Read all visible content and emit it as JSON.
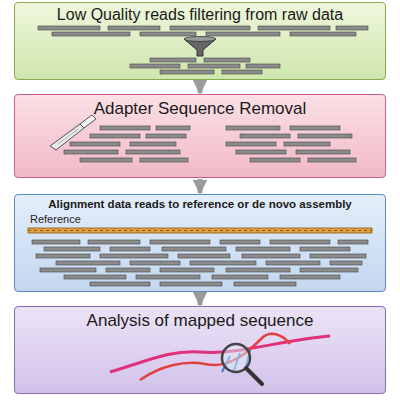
{
  "diagram": {
    "nodes": [
      {
        "text": [
          "Low Quality reads filtering from raw data"
        ]
      },
      {
        "text": [
          "Adapter Sequence Removal"
        ]
      },
      {
        "text": [
          "Alignment data reads to reference or de novo assembly"
        ]
      },
      {
        "text": [
          "Analysis of mapped sequence"
        ]
      }
    ],
    "edges": [
      {
        "from": 0,
        "to": 1,
        "arrow": "to"
      },
      {
        "from": 1,
        "to": 2,
        "arrow": "to"
      },
      {
        "from": 2,
        "to": 3,
        "arrow": "to"
      }
    ],
    "labels": [
      "Reference"
    ]
  }
}
